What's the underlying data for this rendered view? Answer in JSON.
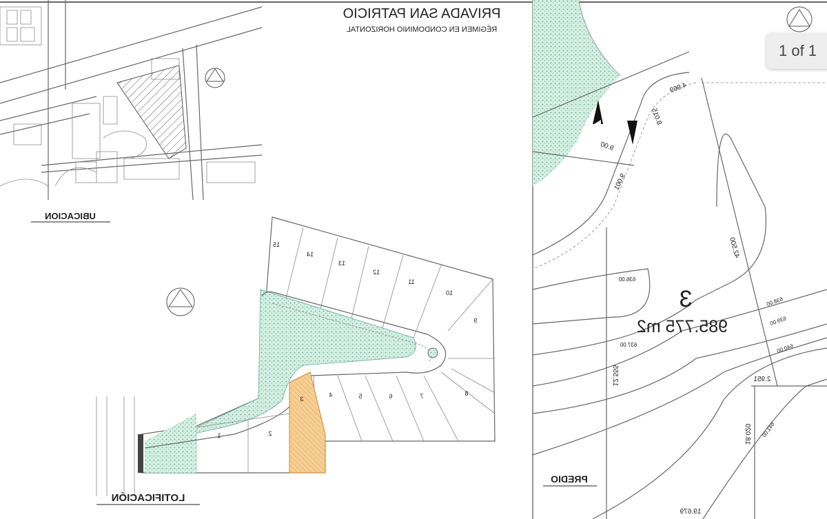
{
  "header": {
    "title": "PRIVADA SAN PATRICIO",
    "subtitle": "RÉGIMEN EN CONDOMINIO HORIZONTAL"
  },
  "viewer": {
    "page_indicator": "1 of 1"
  },
  "sections": {
    "location": "UBICACION",
    "lots": "LOTIFICACIÓN",
    "property": "PREDIO"
  },
  "lots_plan": {
    "lot_numbers": [
      "1",
      "2",
      "3",
      "4",
      "5",
      "6",
      "7",
      "8",
      "9",
      "10",
      "11",
      "12",
      "13",
      "14",
      "15"
    ],
    "highlighted_lot": "3",
    "colors": {
      "green_area": "#9fd8c0",
      "highlighted_lot": "#f2c27f"
    }
  },
  "property_plan": {
    "lot_number": "3",
    "area": "985.775 m2",
    "dimensions": [
      "4.969",
      "8.015",
      "9.00",
      "9.001",
      "42.500",
      "12.555",
      "2.951",
      "18.020",
      "19.679"
    ],
    "contours": [
      "636.00",
      "637.00",
      "638.00",
      "639.00",
      "640.00",
      "641.00"
    ]
  }
}
